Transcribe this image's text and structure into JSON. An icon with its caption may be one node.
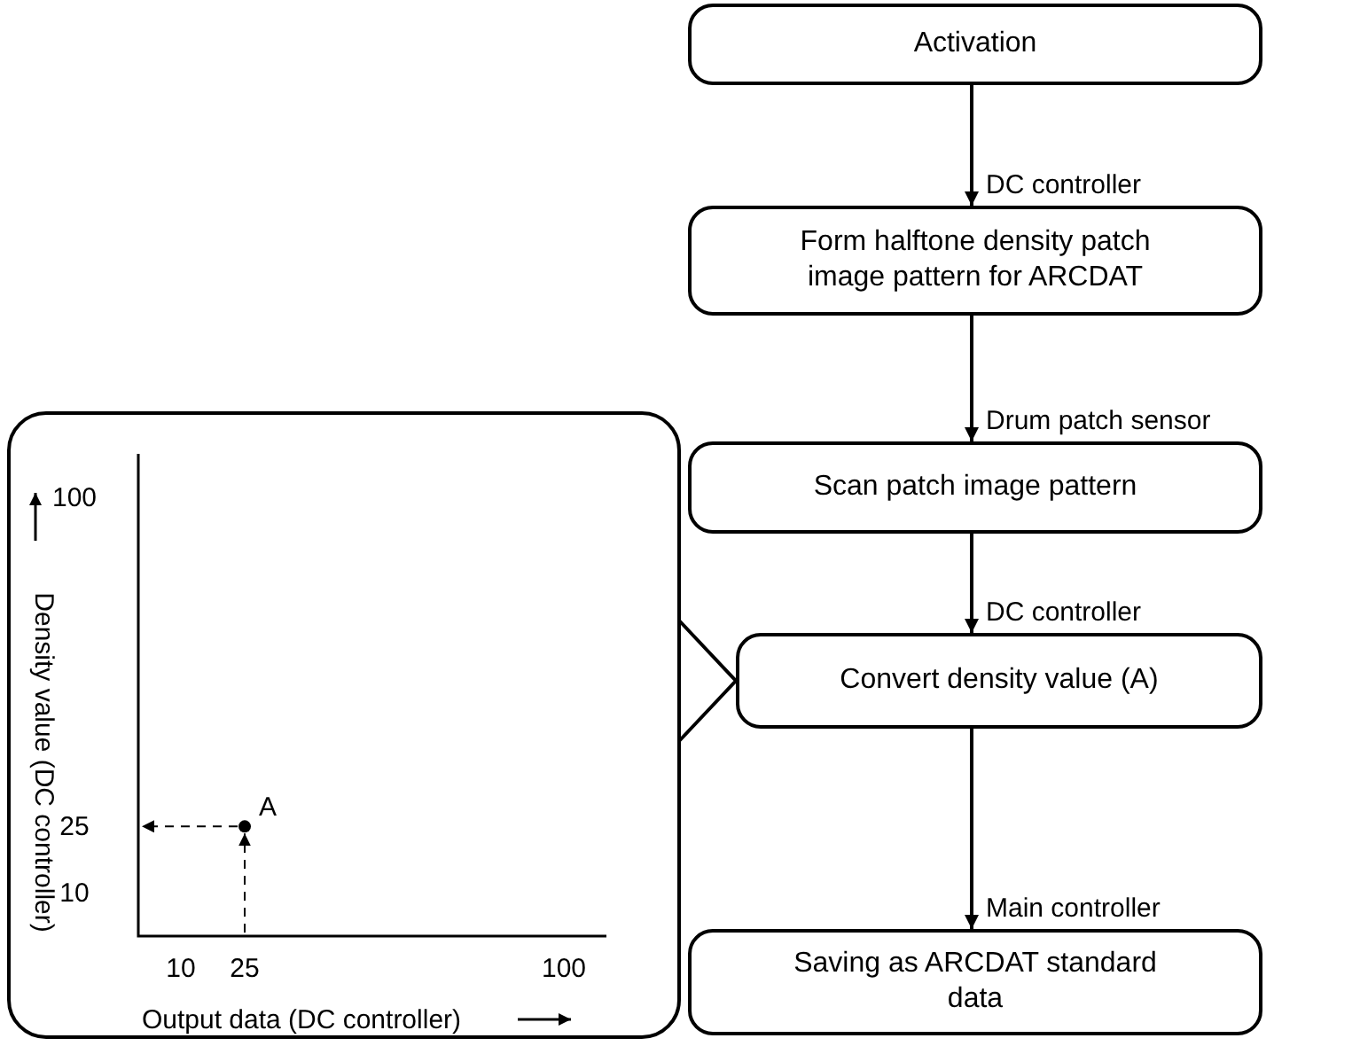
{
  "diagram": {
    "nodes": [
      {
        "text": [
          "Activation"
        ]
      },
      {
        "text": [
          "Form halftone density patch image pattern for ARCDAT"
        ]
      },
      {
        "text": [
          "Scan patch image pattern"
        ]
      },
      {
        "text": [
          "Convert density value (A)"
        ]
      },
      {
        "text": [
          "Saving as ARCDAT standard data"
        ]
      },
      {
        "text": [],
        "shape": "box"
      }
    ],
    "edges": [
      {
        "from": 0,
        "to": 1,
        "arrow": "to",
        "label": "DC controller"
      },
      {
        "from": 1,
        "to": 2,
        "arrow": "to",
        "label": "Drum patch sensor"
      },
      {
        "from": 2,
        "to": 3,
        "arrow": "to",
        "label": "DC controller"
      },
      {
        "from": 3,
        "to": 4,
        "arrow": "to",
        "label": "Main controller"
      },
      {
        "from": 5,
        "to": 3,
        "arrow": "none"
      }
    ],
    "chart_data": {
      "type": "scatter",
      "xlabel": "Output data (DC controller)",
      "ylabel": "Density value (DC controller)",
      "x": [
        25
      ],
      "series": [
        {
          "values": [
            25
          ]
        }
      ],
      "xlim": [
        0,
        110
      ],
      "ylim": [
        0,
        110
      ],
      "xticks": [
        10,
        25,
        100
      ],
      "yticks": [
        10,
        25,
        100
      ],
      "annotations": [
        "A"
      ]
    }
  }
}
